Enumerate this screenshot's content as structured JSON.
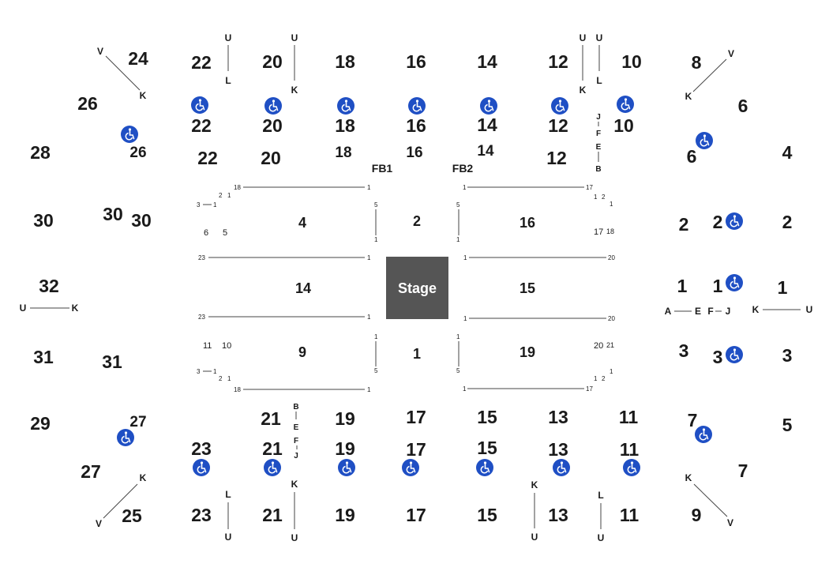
{
  "colors": {
    "stage": "#555555",
    "accessible": "#1f4fc4",
    "text": "#1a1a1a"
  },
  "stage": {
    "label": "Stage"
  },
  "field_boxes": [
    "FB1",
    "FB2"
  ],
  "floor_sections": [
    "4",
    "2",
    "16",
    "14",
    "15",
    "9",
    "1",
    "19"
  ],
  "top_sections": {
    "upper": [
      "22",
      "20",
      "18",
      "16",
      "14",
      "12",
      "10"
    ],
    "middle": [
      "22",
      "20",
      "18",
      "16",
      "14",
      "12",
      "10"
    ],
    "lower": [
      "22",
      "20",
      "18",
      "16",
      "14",
      "12"
    ]
  },
  "bottom_sections": {
    "upper": [
      "21",
      "19",
      "17",
      "15",
      "13",
      "11"
    ],
    "middle": [
      "23",
      "21",
      "19",
      "17",
      "15",
      "13",
      "11"
    ],
    "lower": [
      "23",
      "21",
      "19",
      "17",
      "15",
      "13",
      "11"
    ]
  },
  "left_sections": [
    "24",
    "26",
    "26",
    "28",
    "30",
    "30",
    "30",
    "32",
    "31",
    "31",
    "29",
    "27",
    "27",
    "25"
  ],
  "right_sections": [
    "8",
    "6",
    "6",
    "4",
    "2",
    "2",
    "2",
    "1",
    "1",
    "1",
    "3",
    "3",
    "3",
    "7",
    "5",
    "7",
    "9"
  ],
  "row_letters": {
    "U": "U",
    "L": "L",
    "K": "K",
    "V": "V",
    "J": "J",
    "F": "F",
    "E": "E",
    "B": "B",
    "A": "A"
  },
  "seat_numbers": [
    "18",
    "1",
    "17",
    "2",
    "3",
    "5",
    "6",
    "23",
    "20",
    "21",
    "10",
    "11"
  ],
  "accessible_icon": "wheelchair-icon"
}
